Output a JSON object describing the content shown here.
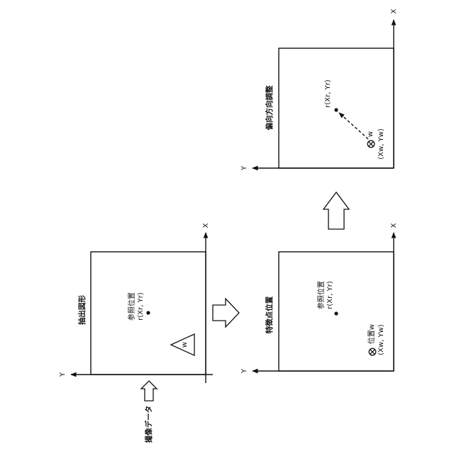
{
  "panels": {
    "extract": {
      "title": "抽出図形",
      "ref_label": "参照位置",
      "ref_coord": "r(Xr, Yr)",
      "mark_label": "w",
      "x_axis": "X",
      "y_axis": "Y"
    },
    "feature": {
      "title": "特徴点位置",
      "ref_label": "参照位置",
      "ref_coord": "r(Xr, Yr)",
      "pos_label": "位置w",
      "pos_coord": "(Xw, Yw)",
      "x_axis": "X",
      "y_axis": "Y"
    },
    "deflect": {
      "title": "偏向方向調整",
      "ref_coord": "r(Xr, Yr)",
      "pos_label": "w",
      "pos_coord": "(Xw, Yw)",
      "x_axis": "X",
      "y_axis": "Y"
    }
  },
  "input_label": "撮像データ"
}
